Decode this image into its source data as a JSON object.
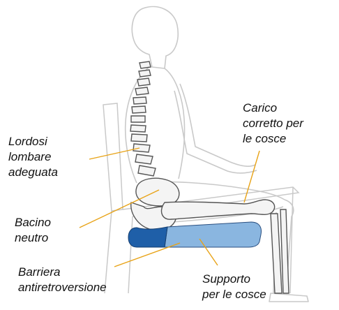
{
  "colors": {
    "outline": "#c9c9c9",
    "spine": "#555555",
    "pointer": "#e8a317",
    "cushion_back": "#1f5fa8",
    "cushion_front": "#8ab6e0"
  },
  "labels": {
    "lordosi": [
      "Lordosi",
      "lombare",
      "adeguata"
    ],
    "carico": [
      "Carico",
      "corretto per",
      "le cosce"
    ],
    "bacino": [
      "Bacino",
      "neutro"
    ],
    "barriera": [
      "Barriera",
      "antiretroversione"
    ],
    "supporto": [
      "Supporto",
      "per le cosce"
    ]
  }
}
